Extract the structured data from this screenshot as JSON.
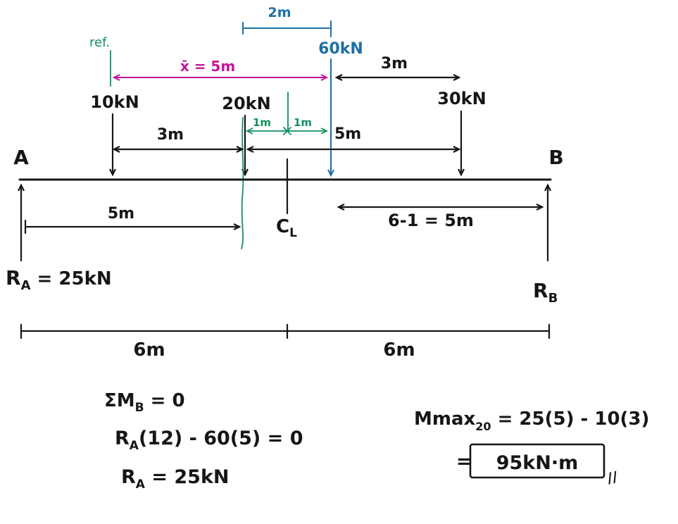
{
  "colors": {
    "ink": "#161616",
    "blue": "#1d6fa5",
    "green": "#12915f",
    "magenta": "#c2169b"
  },
  "diagram": {
    "dim_2m": "2m",
    "ref_label": "ref.",
    "load_60kn": "60kN",
    "xbar_dim": "x̄ = 5m",
    "dim_3m_right": "3m",
    "load_10kn": "10kN",
    "load_20kn": "20kN",
    "load_30kn": "30kN",
    "dim_1m_a": "1m",
    "dim_1m_b": "1m",
    "dim_5m_mid": "5m",
    "dim_3m_left": "3m",
    "support_a": "A",
    "support_b": "B",
    "dim_5m_lower": "5m",
    "centerline": {
      "base": "C",
      "sub": "L"
    },
    "dim_6_minus_1": "6-1 = 5m",
    "reaction_a": {
      "base": "R",
      "sub": "A",
      "rest": " = 25kN"
    },
    "reaction_b": {
      "base": "R",
      "sub": "B"
    },
    "dim_6m_left": "6m",
    "dim_6m_right": "6m"
  },
  "equations": {
    "sum_moments": {
      "base": "ΣM",
      "sub": "B",
      "rest": " = 0"
    },
    "moment_expansion": {
      "base": "R",
      "sub": "A",
      "rest": "(12) - 60(5) = 0"
    },
    "ra_result": {
      "base": "R",
      "sub": "A",
      "rest": " = 25kN"
    },
    "mmax": {
      "base": "Mmax",
      "sub": "20",
      "rest": " = 25(5) - 10(3)"
    },
    "mmax_equals": "=",
    "mmax_result": "95kN·m",
    "check_marks": "//"
  }
}
